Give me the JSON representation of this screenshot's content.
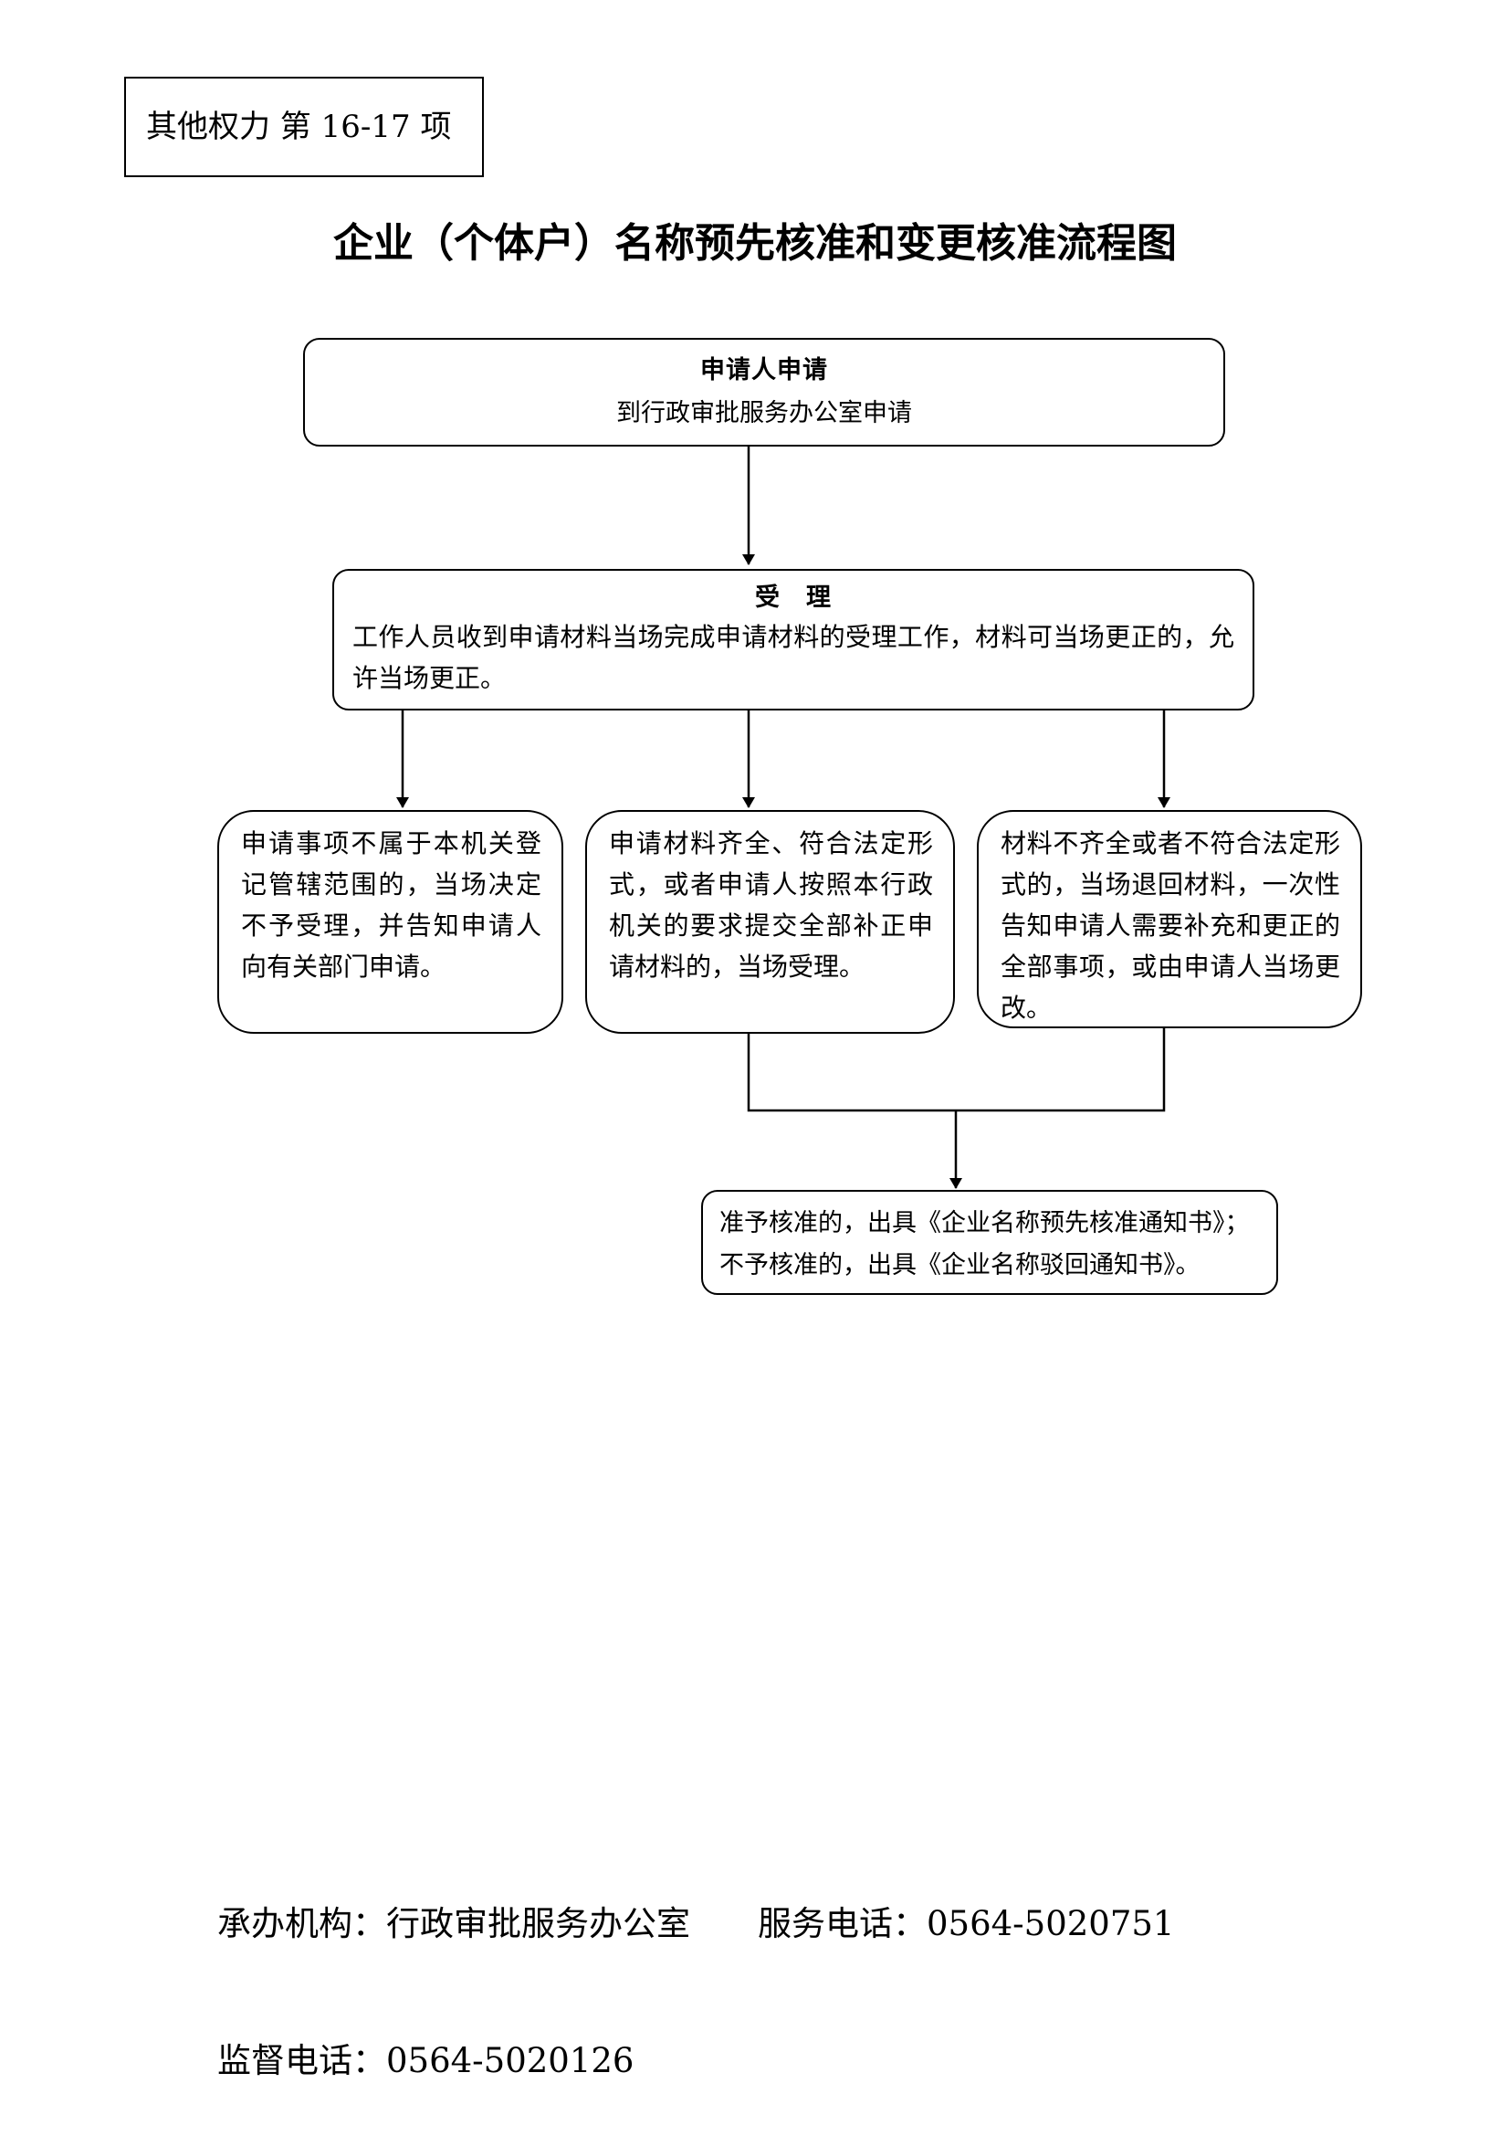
{
  "tag": {
    "text": "其他权力 第 16-17 项"
  },
  "title": "企业（个体户）名称预先核准和变更核准流程图",
  "nodes": {
    "apply": {
      "head": "申请人申请",
      "body": "到行政审批服务办公室申请"
    },
    "accept": {
      "head": "受　理",
      "body": "工作人员收到申请材料当场完成申请材料的受理工作，材料可当场更正的，允许当场更正。"
    },
    "reject_scope": {
      "body": "申请事项不属于本机关登记管辖范围的，当场决定不予受理，并告知申请人向有关部门申请。"
    },
    "accept_complete": {
      "body": "申请材料齐全、符合法定形式，或者申请人按照本行政机关的要求提交全部补正申请材料的，当场受理。"
    },
    "return_materials": {
      "body": "材料不齐全或者不符合法定形式的，当场退回材料，一次性告知申请人需要补充和更正的全部事项，或由申请人当场更改。"
    },
    "result": {
      "line1": "准予核准的，出具《企业名称预先核准通知书》；",
      "line2": "不予核准的，出具《企业名称驳回通知书》。"
    }
  },
  "footer": {
    "line1": "承办机构：行政审批服务办公室　　服务电话：0564-5020751",
    "line2": "监督电话：0564-5020126"
  }
}
